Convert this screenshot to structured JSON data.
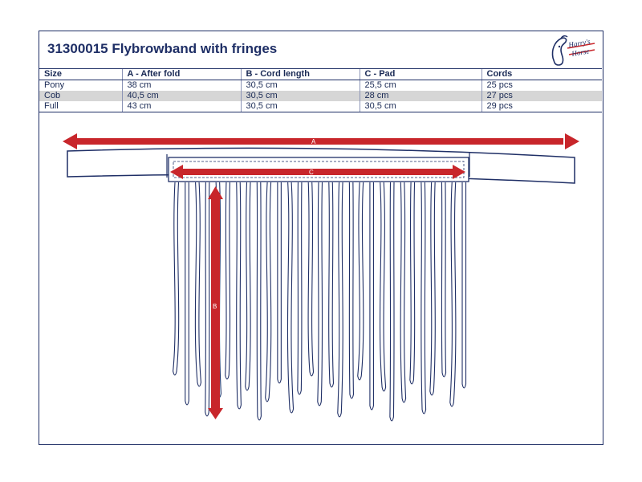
{
  "document": {
    "title": "31300015 Flybrowband with fringes",
    "logo_text": "Harry's Horse"
  },
  "table": {
    "headers": [
      "Size",
      "A - After fold",
      "B - Cord length",
      "C - Pad",
      "Cords"
    ],
    "rows": [
      [
        "Pony",
        "38 cm",
        "30,5 cm",
        "25,5 cm",
        "25 pcs"
      ],
      [
        "Cob",
        "40,5 cm",
        "30,5 cm",
        "28 cm",
        "27 pcs"
      ],
      [
        "Full",
        "43 cm",
        "30,5 cm",
        "30,5 cm",
        "29 pcs"
      ]
    ]
  },
  "diagram": {
    "label_a": "A",
    "label_b": "B",
    "label_c": "C",
    "outline_color": "#1f2f66",
    "arrow_color": "#c8262b"
  }
}
